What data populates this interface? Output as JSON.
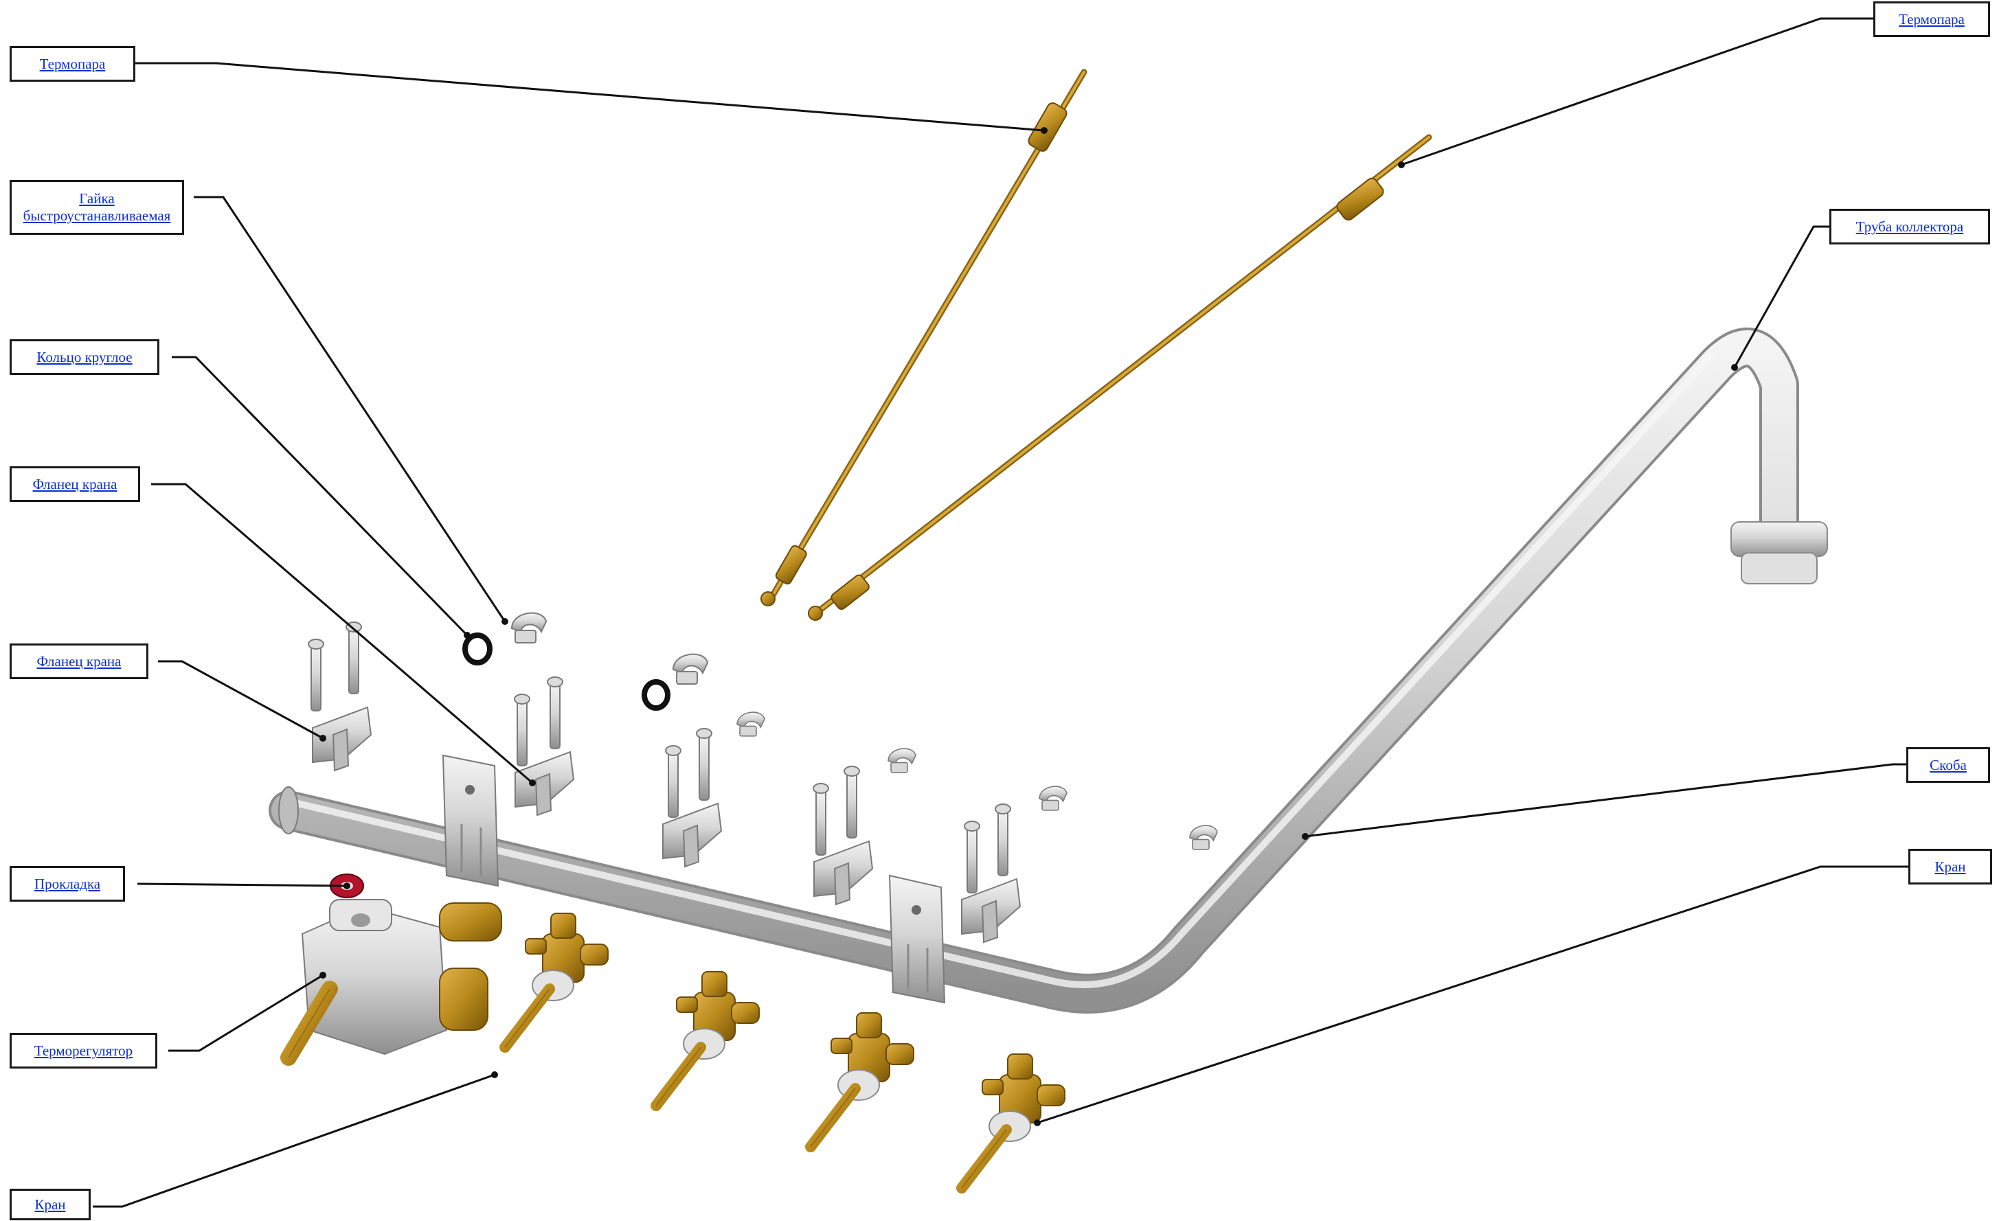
{
  "callouts": {
    "thermocouple_left": "Термопара",
    "thermocouple_right": "Термопара",
    "quick_nut_line1": "Гайка",
    "quick_nut_line2": "быстроустанавливаемая",
    "o_ring": "Кольцо круглое",
    "flange_1": "Фланец крана",
    "flange_2": "Фланец крана",
    "gasket": "Прокладка",
    "thermostat": "Терморегулятор",
    "valve_bottom": "Кран",
    "manifold_tube": "Труба коллектора",
    "bracket": "Скоба",
    "valve_right": "Кран"
  },
  "colors": {
    "leader": "#111111",
    "link": "#0b2fd1",
    "brass": "#b98a1c",
    "brass_dark": "#7a5608",
    "steel": "#c9c9c9",
    "steel_dark": "#8c8c8c",
    "gasket_red": "#b3132b"
  }
}
